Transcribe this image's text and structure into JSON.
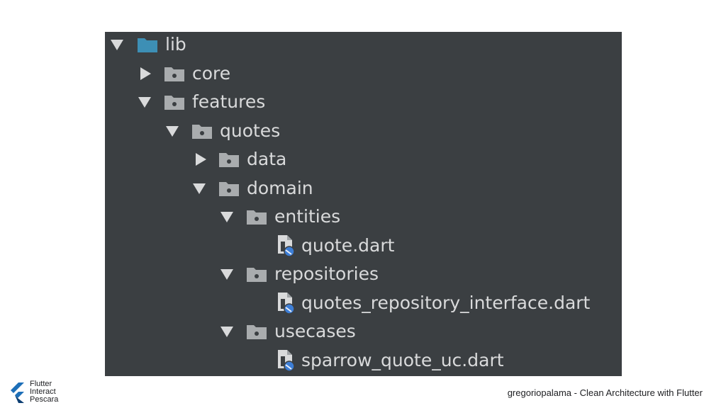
{
  "tree": {
    "lib": "lib",
    "core": "core",
    "features": "features",
    "quotes": "quotes",
    "data": "data",
    "domain": "domain",
    "entities": "entities",
    "quote_dart": "quote.dart",
    "repositories": "repositories",
    "quotes_repository_interface_dart": "quotes_repository_interface.dart",
    "usecases": "usecases",
    "sparrow_quote_uc_dart": "sparrow_quote_uc.dart"
  },
  "logo": {
    "line1": "Flutter",
    "line2": "Interact",
    "line3": "Pescara"
  },
  "footer": {
    "credit": "gregoriopalama - Clean Architecture with Flutter"
  },
  "colors": {
    "panel_background": "#3b3f42",
    "text": "#d9dadb",
    "source_folder": "#3d8fb5",
    "folder": "#a9acae",
    "flutter_dark": "#0d3f73",
    "flutter_light": "#1d6fb8"
  },
  "icons": {
    "expanded": "triangle-down-icon",
    "collapsed": "triangle-right-icon",
    "source_folder": "source-folder-icon",
    "package_folder": "package-folder-icon",
    "dart_file": "dart-file-icon"
  }
}
